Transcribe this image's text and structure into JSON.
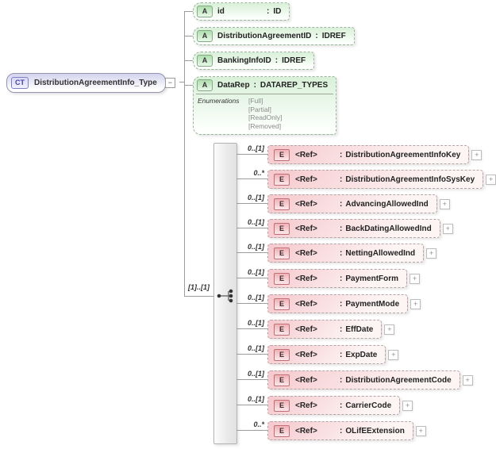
{
  "root": {
    "badge": "CT",
    "title": "DistributionAgreementInfo_Type",
    "collapse_glyph": "−"
  },
  "colon": ":",
  "expand_glyph": "+",
  "attributes": [
    {
      "badge": "A",
      "name": "id",
      "type": "ID"
    },
    {
      "badge": "A",
      "name": "DistributionAgreementID",
      "type": "IDREF"
    },
    {
      "badge": "A",
      "name": "BankingInfoID",
      "type": "IDREF"
    },
    {
      "badge": "A",
      "name": "DataRep",
      "type": "DATAREP_TYPES",
      "enumerations_label": "Enumerations",
      "enumerations": [
        "[Full]",
        "[Partial]",
        "[ReadOnly]",
        "[Removed]"
      ]
    }
  ],
  "sequence": {
    "cardinality": "[1]..[1]",
    "icon": "sequence-icon"
  },
  "elements": [
    {
      "badge": "E",
      "ref": "<Ref>",
      "name": "DistributionAgreementInfoKey",
      "cardinality": "0..[1]"
    },
    {
      "badge": "E",
      "ref": "<Ref>",
      "name": "DistributionAgreementInfoSysKey",
      "cardinality": "0..*"
    },
    {
      "badge": "E",
      "ref": "<Ref>",
      "name": "AdvancingAllowedInd",
      "cardinality": "0..[1]"
    },
    {
      "badge": "E",
      "ref": "<Ref>",
      "name": "BackDatingAllowedInd",
      "cardinality": "0..[1]"
    },
    {
      "badge": "E",
      "ref": "<Ref>",
      "name": "NettingAllowedInd",
      "cardinality": "0..[1]"
    },
    {
      "badge": "E",
      "ref": "<Ref>",
      "name": "PaymentForm",
      "cardinality": "0..[1]"
    },
    {
      "badge": "E",
      "ref": "<Ref>",
      "name": "PaymentMode",
      "cardinality": "0..[1]"
    },
    {
      "badge": "E",
      "ref": "<Ref>",
      "name": "EffDate",
      "cardinality": "0..[1]"
    },
    {
      "badge": "E",
      "ref": "<Ref>",
      "name": "ExpDate",
      "cardinality": "0..[1]"
    },
    {
      "badge": "E",
      "ref": "<Ref>",
      "name": "DistributionAgreementCode",
      "cardinality": "0..[1]"
    },
    {
      "badge": "E",
      "ref": "<Ref>",
      "name": "CarrierCode",
      "cardinality": "0..[1]"
    },
    {
      "badge": "E",
      "ref": "<Ref>",
      "name": "OLifEExtension",
      "cardinality": "0..*"
    }
  ],
  "colors": {
    "complex_type_fill": "#d3d3ee",
    "attribute_fill": "#d8f0d8",
    "element_fill": "#f5c8cc",
    "connector": "#9c9c9c"
  }
}
